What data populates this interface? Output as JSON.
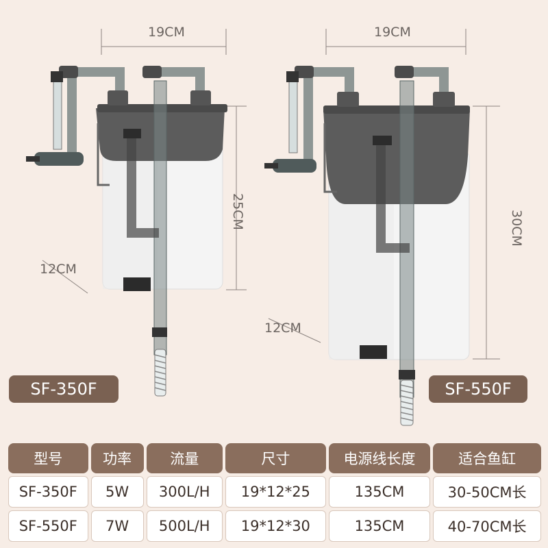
{
  "products": [
    {
      "model": "SF-350F",
      "width": "19CM",
      "height": "25CM",
      "depth": "12CM"
    },
    {
      "model": "SF-550F",
      "width": "19CM",
      "height": "30CM",
      "depth": "12CM"
    }
  ],
  "table": {
    "headers": [
      "型号",
      "功率",
      "流量",
      "尺寸",
      "电源线长度",
      "适合鱼缸"
    ],
    "rows": [
      [
        "SF-350F",
        "5W",
        "300L/H",
        "19*12*25",
        "135CM",
        "30-50CM长"
      ],
      [
        "SF-550F",
        "7W",
        "500L/H",
        "19*12*30",
        "135CM",
        "40-70CM长"
      ]
    ]
  },
  "colors": {
    "background": "#f7ede6",
    "label": "#7a6152",
    "header": "#8a6e5d"
  }
}
